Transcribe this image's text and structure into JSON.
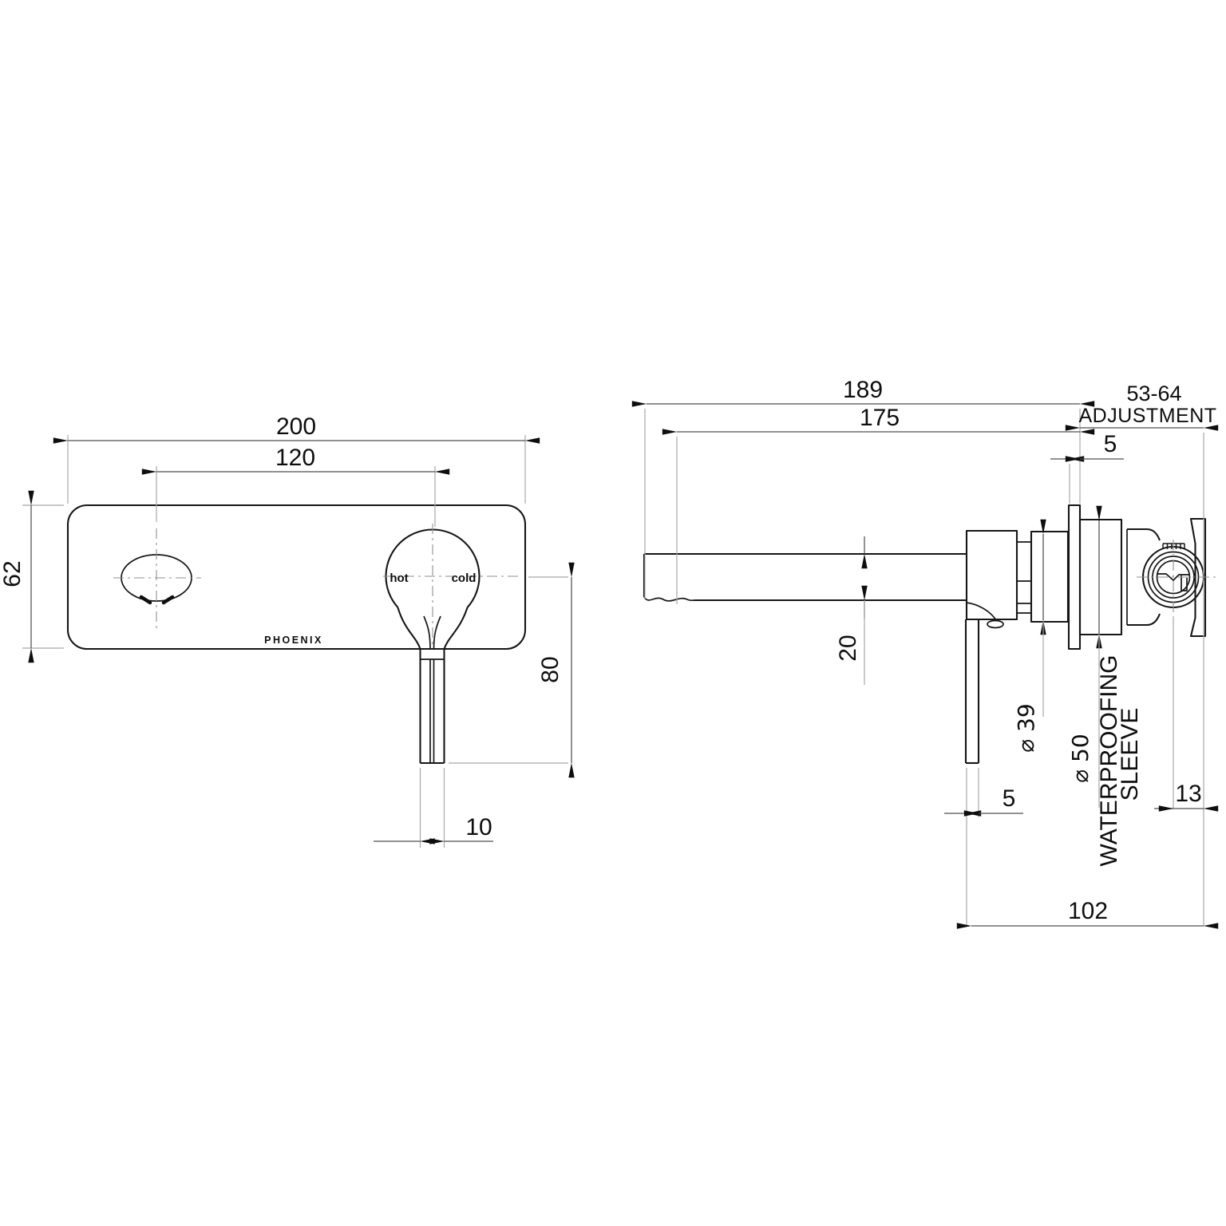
{
  "colors": {
    "background": "#ffffff",
    "outline": "#161616",
    "dimension_line": "#4f4f4f",
    "extension_line": "#a8a8a8"
  },
  "front_view": {
    "dim_plate_width": "200",
    "dim_hole_spacing": "120",
    "dim_plate_height": "62",
    "dim_handle_drop": "80",
    "dim_handle_width": "10",
    "label_hot": "hot",
    "label_cold": "cold",
    "brand": "PHOENIX"
  },
  "side_view": {
    "dim_overall": "189",
    "dim_spout": "175",
    "dim_plate_thickness": "5",
    "dim_adjust_range": "53-64",
    "label_adjustment": "ADJUSTMENT",
    "dim_spout_height": "20",
    "dim_cartridge_dia": "⌀ 39",
    "dim_sleeve_dia": "⌀ 50",
    "label_sleeve_line1": "WATERPROOFING",
    "label_sleeve_line2": "SLEEVE",
    "dim_handle_thickness": "5",
    "dim_centre_offset": "13",
    "dim_body_depth": "102"
  }
}
